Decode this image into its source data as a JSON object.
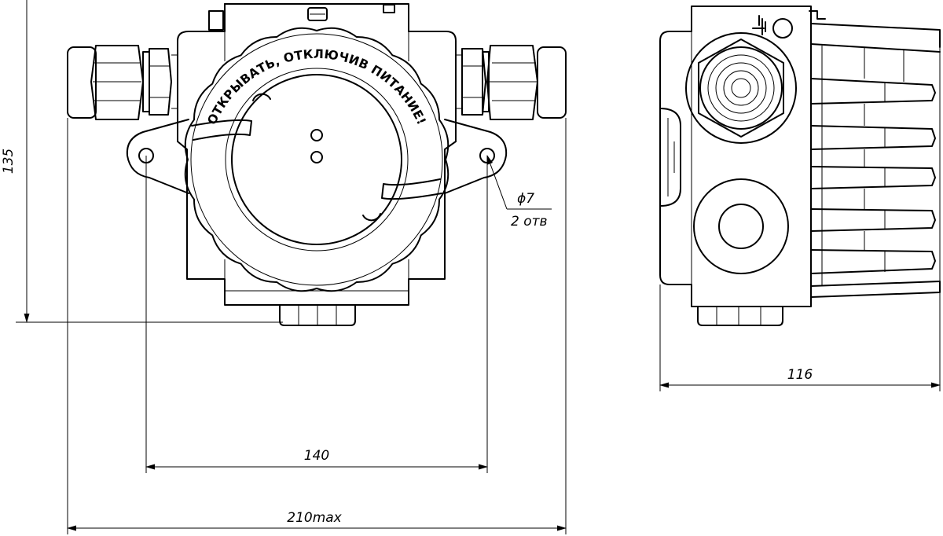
{
  "dimensions": {
    "height": "135",
    "hole_spacing": "140",
    "overall_width": "210max",
    "depth": "116",
    "hole_diameter": "ϕ7",
    "hole_count": "2 отв"
  },
  "cover_warning": "ОТКРЫВАТЬ, ОТКЛЮЧИВ ПИТАНИЕ!",
  "icons": {
    "ground": "ground-symbol-icon"
  }
}
